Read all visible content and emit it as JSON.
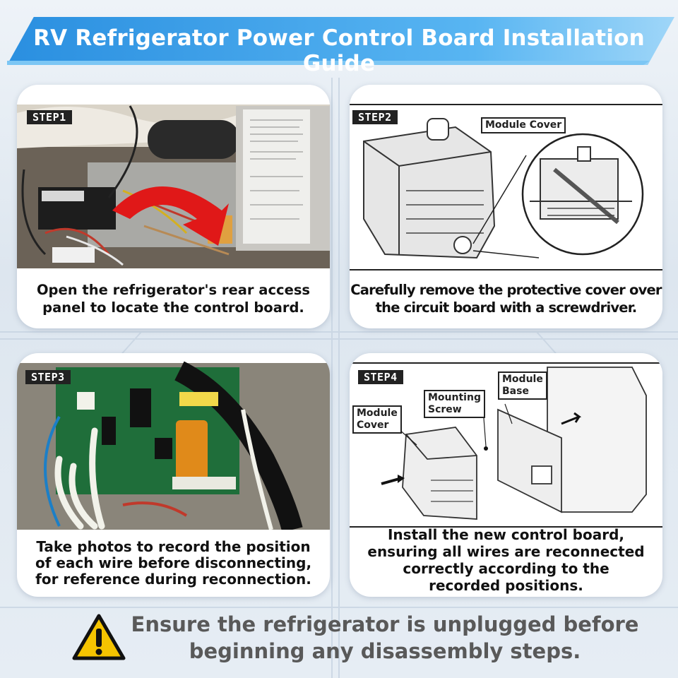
{
  "title": "RV Refrigerator Power Control Board Installation Guide",
  "steps": [
    {
      "tag": "STEP1",
      "caption_lines": [
        "Open the refrigerator's rear access",
        "panel to locate the control board."
      ]
    },
    {
      "tag": "STEP2",
      "caption_lines": [
        "Carefully remove the protective cover over",
        "the circuit board with a screwdriver."
      ],
      "callouts": {
        "module_cover": "Module Cover"
      }
    },
    {
      "tag": "STEP3",
      "caption_lines": [
        "Take photos to record the position",
        "of each wire before disconnecting,",
        "for reference during reconnection."
      ]
    },
    {
      "tag": "STEP4",
      "caption_lines": [
        "Install the new control board,",
        "ensuring all wires are reconnected",
        "correctly according to the",
        "recorded positions."
      ],
      "callouts": {
        "module_cover": [
          "Module",
          "Cover"
        ],
        "mounting_screw": [
          "Mounting",
          "Screw"
        ],
        "module_base": [
          "Module",
          "Base"
        ]
      }
    }
  ],
  "warning": {
    "lines": [
      "Ensure the refrigerator is unplugged before",
      "beginning any disassembly steps."
    ],
    "icon": "warning-triangle-icon"
  },
  "colors": {
    "banner": "#2a8fe0",
    "warning_text": "#595959",
    "warning_icon": "#f5c400"
  }
}
